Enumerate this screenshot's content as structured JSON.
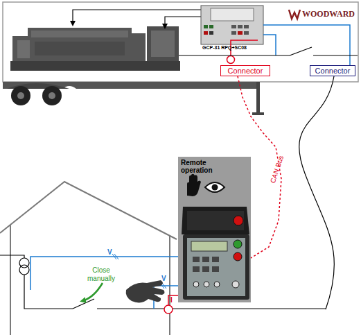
{
  "diagram": {
    "nodes": [
      {
        "text": [
          "Connector"
        ]
      },
      {
        "text": [
          "Connector"
        ]
      },
      {
        "text": [
          "Remote operation"
        ]
      }
    ],
    "edges": [
      {
        "from": 0,
        "to": 2,
        "arrow": "none",
        "label": "CAN Bus"
      }
    ],
    "labels": [
      "WOODWARD",
      "GCP-31 RPQ+SC08",
      "Close manually",
      "V",
      "V",
      "I"
    ]
  }
}
